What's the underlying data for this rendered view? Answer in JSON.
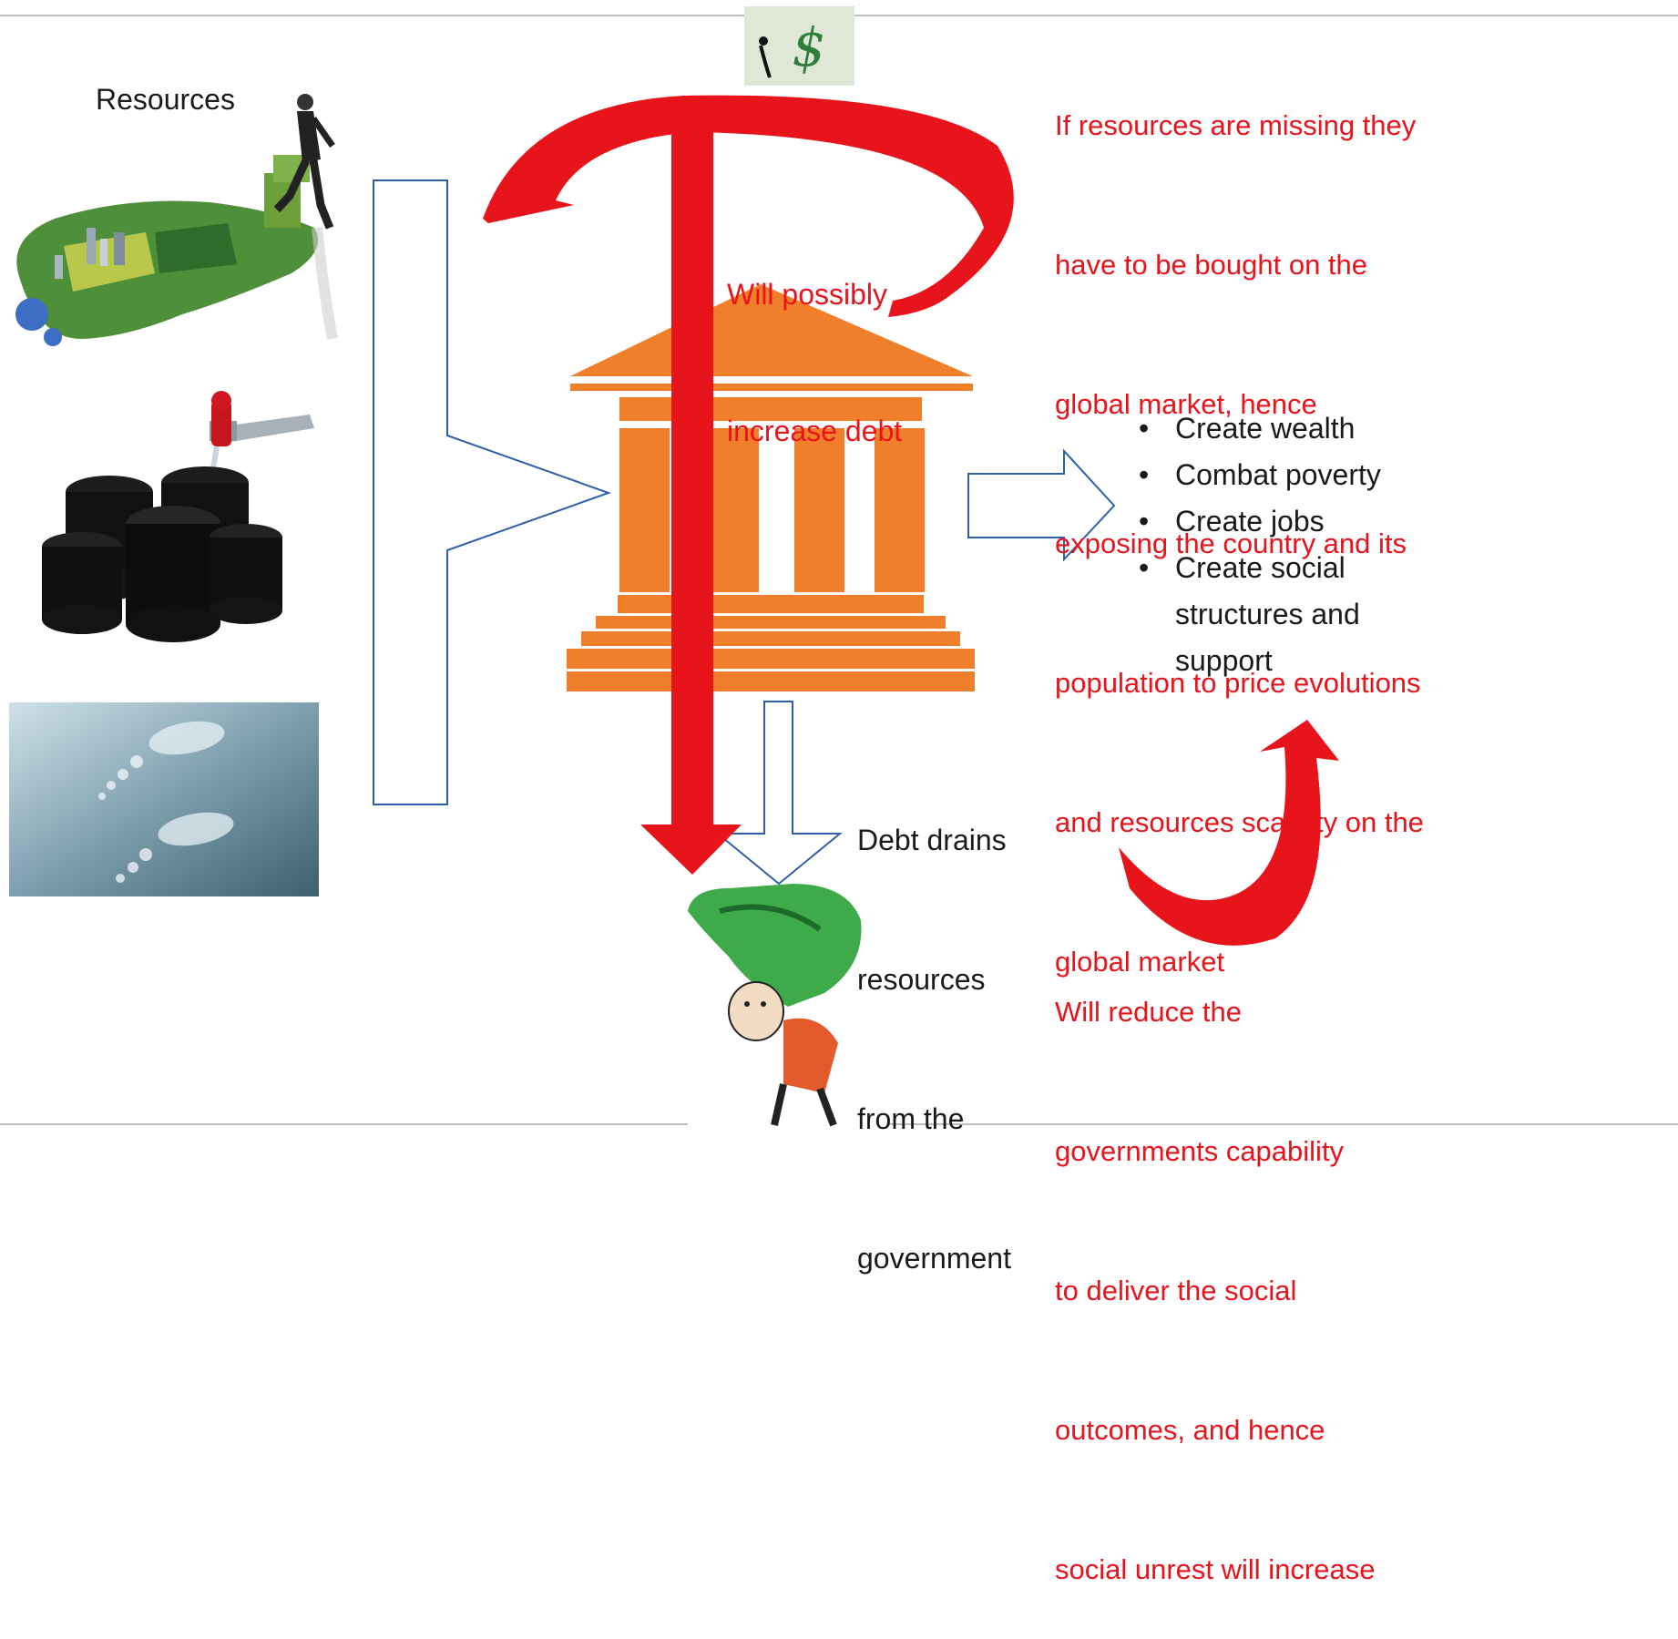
{
  "diagram": {
    "resources_label": "Resources",
    "debt_increase_text": [
      "Will possibly",
      "increase debt"
    ],
    "global_market_text": [
      "If resources are missing they",
      "have to be bought on the",
      "global market, hence",
      "exposing the country and its",
      "population to price evolutions",
      "and resources scarcity on the",
      "global market"
    ],
    "outcomes": [
      {
        "line1": "Create wealth"
      },
      {
        "line1": "Combat poverty"
      },
      {
        "line1": "Create jobs"
      },
      {
        "line1": "Create social",
        "line2": "structures and",
        "line3": "support"
      }
    ],
    "debt_drains_text": [
      "Debt drains",
      "resources",
      "from the",
      "government"
    ],
    "reduce_capability_text": [
      "Will reduce the",
      "governments capability",
      "to deliver the social",
      "outcomes, and hence",
      "social unrest will increase"
    ],
    "bullet_symbol": "•",
    "dollar_symbol": "$"
  },
  "colors": {
    "accent_red": "#e8141c",
    "building_orange": "#f07f2c",
    "arrow_outline_blue": "#2e5fa8",
    "text_dark": "#1a1a1a"
  }
}
